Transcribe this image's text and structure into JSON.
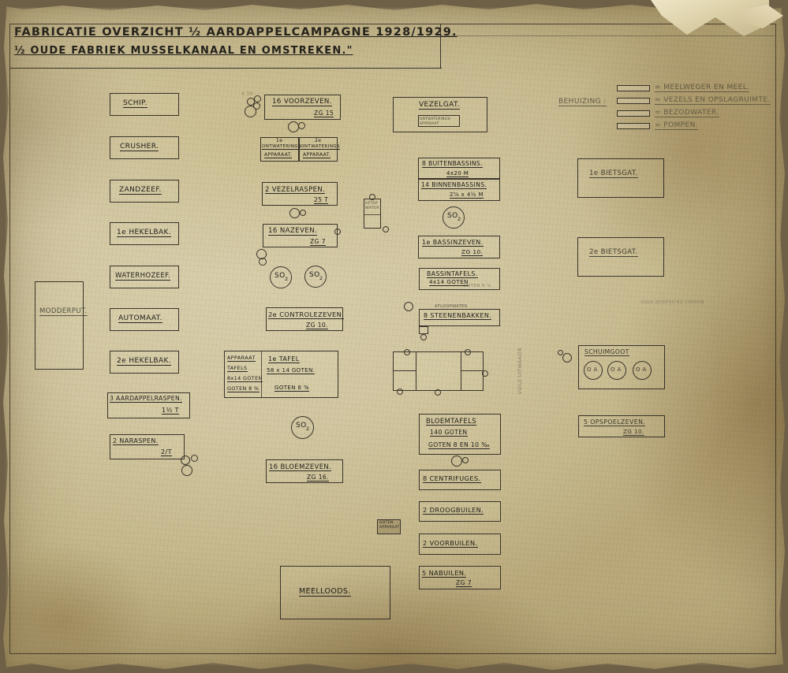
{
  "document": {
    "title_line1": "FABRICATIE OVERZICHT ½ AARDAPPELCAMPAGNE 1928/1929.",
    "title_line2": "½ OUDE FABRIEK MUSSELKANAAL EN OMSTREKEN.\""
  },
  "legend": {
    "heading": "BEHUIZING :",
    "items": [
      {
        "label": "= MEELWEGER EN MEEL."
      },
      {
        "label": "= VEZELS EN OPSLAGRUIMTE."
      },
      {
        "label": "= BEZODWATER."
      },
      {
        "label": "= POMPEN."
      }
    ]
  },
  "columns": {
    "far_left": [
      {
        "name": "modderput",
        "label": "MODDERPUT."
      }
    ],
    "col1": [
      {
        "name": "schip",
        "label": "SCHIP."
      },
      {
        "name": "crusher",
        "label": "CRUSHER."
      },
      {
        "name": "zandzeef",
        "label": "ZANDZEEF."
      },
      {
        "name": "hekelbak-1",
        "label": "1e HEKELBAK."
      },
      {
        "name": "waterhozeef",
        "label": "WATERHOZEEF."
      },
      {
        "name": "automaat",
        "label": "AUTOMAAT."
      },
      {
        "name": "hekelbak-2",
        "label": "2e HEKELBAK."
      },
      {
        "name": "aardappelraspen",
        "label": "3 AARDAPPELRASPEN.",
        "sub": "1½ T"
      },
      {
        "name": "naraspen",
        "label": "2 NARASPEN.",
        "sub": "2/T"
      }
    ],
    "col2": [
      {
        "name": "voorzeven",
        "label": "16 VOORZEVEN.",
        "sub": "ZG 15"
      },
      {
        "name": "ontwateringsapparaat-1",
        "label_top": "1e",
        "label": "ONTWATERINGS",
        "label2": "APPARAAT."
      },
      {
        "name": "ontwateringsapparaat-2",
        "label_top": "2e",
        "label": "ONTWATERINGS",
        "label2": "APPARAAT."
      },
      {
        "name": "vezelraspen",
        "label": "2 VEZELRASPEN.",
        "sub": "25 T"
      },
      {
        "name": "nazeven",
        "label": "16 NAZEVEN.",
        "sub": "ZG 7"
      },
      {
        "name": "controlezeven",
        "label": "2e CONTROLEZEVEN.",
        "sub": "ZG 10."
      },
      {
        "name": "bloemzeven",
        "label": "16 BLOEMZEVEN.",
        "sub": "ZG 16."
      }
    ],
    "col2_table": {
      "name": "apparaat-tafels-table",
      "left": [
        "APPARAAT",
        "TAFELS",
        "8x14 GOTEN",
        "GOTEN 8 %"
      ],
      "right": [
        "1e TAFEL",
        "58 x 14 GOTEN.",
        "GOTEN 8 %"
      ]
    },
    "col3": [
      {
        "name": "vezelgat",
        "label": "VEZELGAT.",
        "inner": "ONTWATERINGS-APPARAAT"
      },
      {
        "name": "buitenbassins",
        "label": "8 BUITENBASSINS.",
        "sub": "4x20 M"
      },
      {
        "name": "binnenbassins",
        "label": "14 BINNENBASSINS.",
        "sub": "2⅝ x 4½ M"
      },
      {
        "name": "bassinzeven",
        "label": "1e BASSINZEVEN.",
        "sub": "ZG 10."
      },
      {
        "name": "bassintafels",
        "label": "BASSINTAFELS.",
        "sub": "4x14 GOTEN",
        "sub2": "GOTEN 8 %"
      },
      {
        "name": "steenenbakken",
        "label": "8 STEENENBAKKEN.",
        "top": "AFLOOPWATER"
      },
      {
        "name": "bloemtafels",
        "label": "BLOEMTAFELS",
        "sub": "140 GOTEN",
        "sub2": "GOTEN 8 EN 10 ‰"
      },
      {
        "name": "centrifuges",
        "label": "8 CENTRIFUGES."
      },
      {
        "name": "droogbuilen",
        "label": "2 DROOGBUILEN."
      },
      {
        "name": "voorbuilen",
        "label": "2 VOORBUILEN."
      },
      {
        "name": "nabuilen",
        "label": "5 NABUILEN.",
        "sub": "ZG 7"
      }
    ],
    "col4": [
      {
        "name": "bietsgat-1",
        "label": "1e BIETSGAT."
      },
      {
        "name": "bietsgat-2",
        "label": "2e BIETSGAT."
      },
      {
        "name": "schuimgoot",
        "label": "SCHUIMGOOT"
      },
      {
        "name": "opspoelzeven",
        "label": "5 OPSPOELZEVEN.",
        "sub": "ZG 10."
      }
    ]
  },
  "misc": {
    "meelloods": "MEELLOODS.",
    "aftapwater": "AFTAP WATER",
    "goten_apparaat": "GOTEN APPARAAT",
    "vuile_uitwaaien": "VUILE UITWAAIEN",
    "faint_note": "VOOR BEWERKING CARBON",
    "so2": "SO",
    "so2_sub": "2",
    "schuim_circle": "O A"
  }
}
